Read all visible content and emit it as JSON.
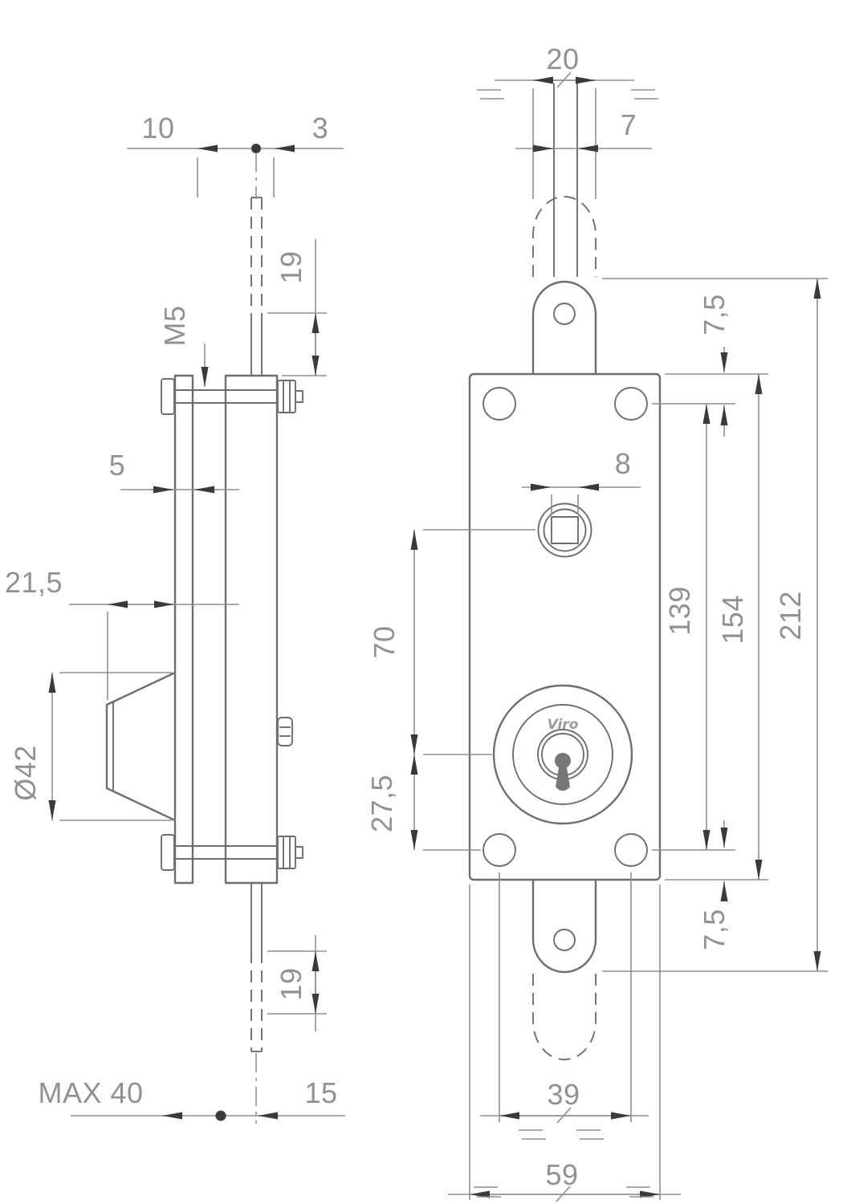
{
  "colors": {
    "bg": "#ffffff",
    "line": "#6e6e6e",
    "dim": "#8f8f8f",
    "text": "#919191",
    "arrow": "#3a3a3a",
    "brand": "#9a9a9a"
  },
  "side_view": {
    "dims": {
      "rod_offset": "10",
      "rod_side": "3",
      "rod_travel_top": "19",
      "screw_thread": "M5",
      "plate_thickness": "5",
      "backset": "21,5",
      "cylinder_diameter": "Ø42",
      "rod_travel_bottom": "19",
      "door_max": "MAX 40",
      "edge_offset": "15"
    }
  },
  "front_view": {
    "brand": "Viro",
    "dims": {
      "tab_width": "20",
      "rod_width": "7",
      "hole_offset_top": "7,5",
      "spindle_square": "8",
      "spindle_to_cylinder": "70",
      "cylinder_to_holes": "27,5",
      "holes_span_height": "139",
      "body_height": "154",
      "overall_height": "212",
      "hole_offset_bottom": "7,5",
      "holes_span_width": "39",
      "body_width": "59"
    }
  }
}
